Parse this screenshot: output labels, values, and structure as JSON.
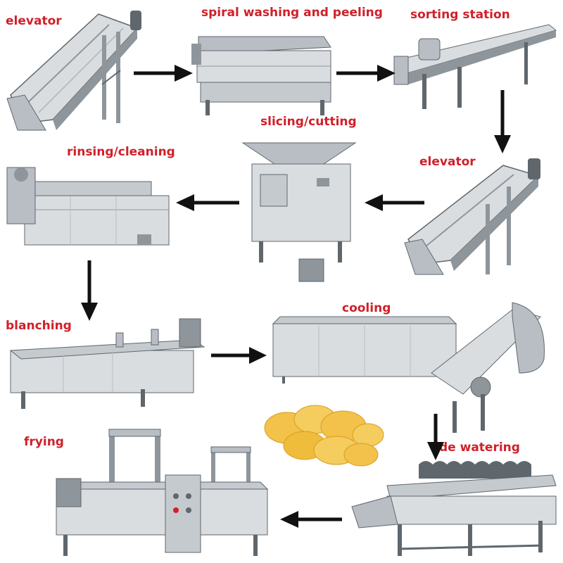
{
  "accent_color": "#d0202a",
  "arrow_color": "#111111",
  "steel_colors": [
    "#d9dde0",
    "#b8bec3",
    "#8e969c",
    "#5f676d"
  ],
  "chip_color": "#f2c24a",
  "stages": {
    "elevator_1": "elevator",
    "washing": "spiral washing and peeling",
    "sorting": "sorting station",
    "slicing": "slicing/cutting",
    "rinsing": "rinsing/cleaning",
    "elevator_2": "elevator",
    "blanching": "blanching",
    "cooling": "cooling",
    "frying": "frying",
    "dewatering": "de watering"
  }
}
